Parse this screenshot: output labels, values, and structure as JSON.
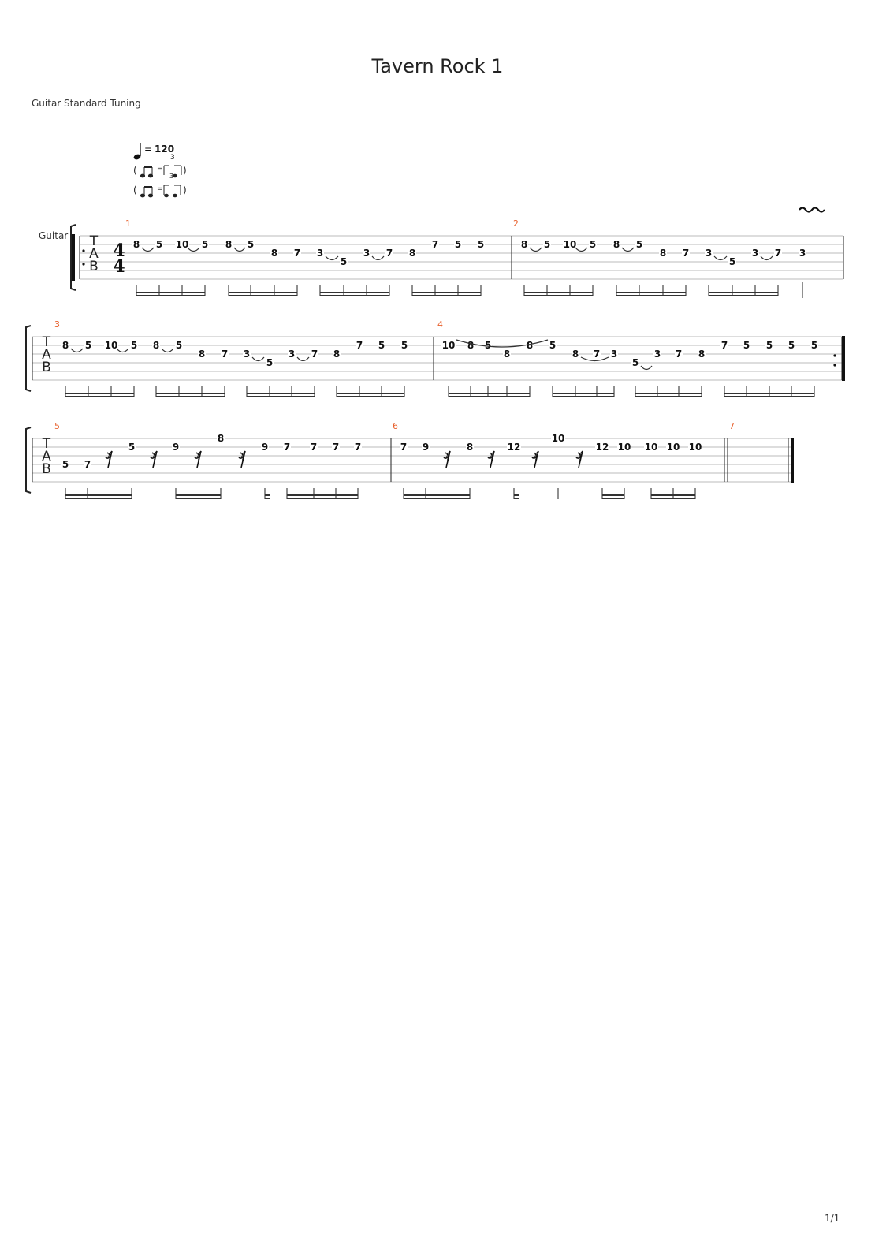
{
  "title": "Tavern Rock 1",
  "tuning": "Guitar Standard Tuning",
  "page": "1/1",
  "instrument": "Guitar",
  "tempo": "120",
  "tab_clef": [
    "T",
    "A",
    "B"
  ],
  "time_signature": [
    "4",
    "4"
  ],
  "triplet_mark": "3",
  "measures": [
    {
      "number": "1",
      "notes": [
        [
          "8",
          1
        ],
        [
          "5",
          1
        ],
        [
          "10",
          1
        ],
        [
          "5",
          1
        ],
        [
          "8",
          1
        ],
        [
          "5",
          1
        ],
        [
          "8",
          2
        ],
        [
          "7",
          2
        ],
        [
          "3",
          2
        ],
        [
          "5",
          3
        ],
        [
          "3",
          2
        ],
        [
          "7",
          2
        ],
        [
          "8",
          2
        ],
        [
          "7",
          1
        ],
        [
          "5",
          1
        ],
        [
          "5",
          1
        ]
      ]
    },
    {
      "number": "2",
      "notes": [
        [
          "8",
          1
        ],
        [
          "5",
          1
        ],
        [
          "10",
          1
        ],
        [
          "5",
          1
        ],
        [
          "8",
          1
        ],
        [
          "5",
          1
        ],
        [
          "8",
          2
        ],
        [
          "7",
          2
        ],
        [
          "3",
          2
        ],
        [
          "5",
          3
        ],
        [
          "3",
          2
        ],
        [
          "7",
          2
        ],
        [
          "3",
          2
        ]
      ]
    },
    {
      "number": "3",
      "notes": [
        [
          "8",
          1
        ],
        [
          "5",
          1
        ],
        [
          "10",
          1
        ],
        [
          "5",
          1
        ],
        [
          "8",
          1
        ],
        [
          "5",
          1
        ],
        [
          "8",
          2
        ],
        [
          "7",
          2
        ],
        [
          "3",
          2
        ],
        [
          "5",
          3
        ],
        [
          "3",
          2
        ],
        [
          "7",
          2
        ],
        [
          "8",
          2
        ],
        [
          "7",
          1
        ],
        [
          "5",
          1
        ],
        [
          "5",
          1
        ]
      ]
    },
    {
      "number": "4",
      "notes": [
        [
          "10",
          1
        ],
        [
          "8",
          1
        ],
        [
          "5",
          1
        ],
        [
          "8",
          2
        ],
        [
          "8",
          1
        ],
        [
          "5",
          1
        ],
        [
          "8",
          2
        ],
        [
          "7",
          2
        ],
        [
          "3",
          2
        ],
        [
          "5",
          3
        ],
        [
          "3",
          2
        ],
        [
          "7",
          2
        ],
        [
          "8",
          2
        ],
        [
          "7",
          1
        ],
        [
          "5",
          1
        ],
        [
          "5",
          1
        ],
        [
          "5",
          1
        ],
        [
          "5",
          1
        ]
      ]
    },
    {
      "number": "5",
      "notes": [
        [
          "5",
          3
        ],
        [
          "7",
          3
        ],
        [
          "5",
          1
        ],
        [
          "9",
          1
        ],
        [
          "8",
          0
        ],
        [
          "9",
          1
        ],
        [
          "7",
          1
        ],
        [
          "7",
          1
        ],
        [
          "7",
          1
        ],
        [
          "7",
          1
        ]
      ]
    },
    {
      "number": "6",
      "notes": [
        [
          "7",
          1
        ],
        [
          "9",
          1
        ],
        [
          "8",
          1
        ],
        [
          "12",
          1
        ],
        [
          "10",
          0
        ],
        [
          "12",
          1
        ],
        [
          "10",
          1
        ],
        [
          "10",
          1
        ],
        [
          "10",
          1
        ],
        [
          "10",
          1
        ]
      ]
    },
    {
      "number": "7",
      "notes": []
    }
  ]
}
